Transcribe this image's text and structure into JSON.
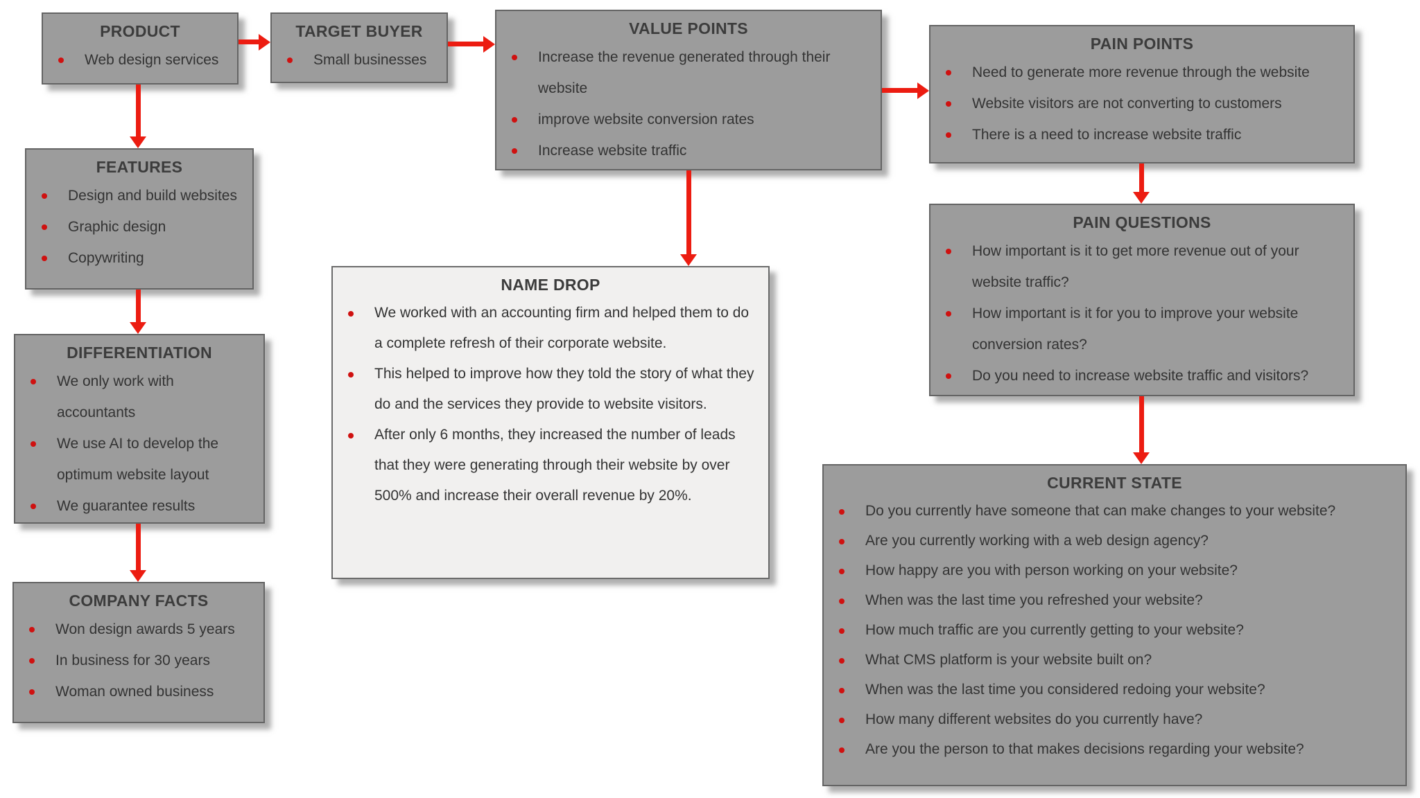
{
  "diagram": {
    "colors": {
      "background": "#ffffff",
      "box_fill": "#9c9c9c",
      "box_border": "#646464",
      "name_drop_fill": "#f1f0ef",
      "title_text": "#3c3c3c",
      "body_text": "#333333",
      "bullet": "#cf1110",
      "arrow": "#ec1c11"
    },
    "boxes": {
      "product": {
        "title": "PRODUCT",
        "items": [
          "Web design services"
        ]
      },
      "target_buyer": {
        "title": "TARGET BUYER",
        "items": [
          "Small businesses"
        ]
      },
      "value_points": {
        "title": "VALUE POINTS",
        "items": [
          "Increase the revenue generated through their website",
          "improve website conversion rates",
          "Increase website traffic"
        ]
      },
      "pain_points": {
        "title": "PAIN POINTS",
        "items": [
          "Need to generate more revenue through the website",
          "Website visitors are not converting to customers",
          "There is a need to increase website traffic"
        ]
      },
      "features": {
        "title": "FEATURES",
        "items": [
          "Design and build websites",
          "Graphic design",
          "Copywriting"
        ]
      },
      "differentiation": {
        "title": "DIFFERENTIATION",
        "items": [
          "We only work with accountants",
          "We use AI to develop the optimum website layout",
          "We guarantee results"
        ]
      },
      "company_facts": {
        "title": "COMPANY FACTS",
        "items": [
          "Won design awards 5 years",
          "In business for 30 years",
          "Woman owned business"
        ]
      },
      "name_drop": {
        "title": "NAME DROP",
        "items": [
          "We worked with an accounting firm and helped them to do a complete refresh of their corporate website.",
          "This helped to improve how they told the story of what they do and the services they provide to website visitors.",
          "After only 6 months, they increased the number of leads that they were generating through their website by over 500% and increase their overall revenue by 20%."
        ]
      },
      "pain_questions": {
        "title": "PAIN QUESTIONS",
        "items": [
          "How important is it to get more revenue out of your website traffic?",
          "How important is it for you to improve your website conversion rates?",
          "Do you need to increase website traffic and visitors?"
        ]
      },
      "current_state": {
        "title": "CURRENT STATE",
        "items": [
          "Do you currently have someone that can make changes to your website?",
          "Are you currently working with a web design agency?",
          "How happy are you with person working on your website?",
          "When was the last time you refreshed your website?",
          "How much traffic are you currently getting to your website?",
          "What CMS platform is your website built on?",
          "When was the last time you considered redoing your website?",
          "How many different websites do you currently have?",
          "Are you the person to that makes decisions regarding your website?"
        ]
      }
    },
    "connections": [
      {
        "from": "PRODUCT",
        "to": "TARGET BUYER"
      },
      {
        "from": "TARGET BUYER",
        "to": "VALUE POINTS"
      },
      {
        "from": "VALUE POINTS",
        "to": "PAIN POINTS"
      },
      {
        "from": "PRODUCT",
        "to": "FEATURES"
      },
      {
        "from": "FEATURES",
        "to": "DIFFERENTIATION"
      },
      {
        "from": "DIFFERENTIATION",
        "to": "COMPANY FACTS"
      },
      {
        "from": "VALUE POINTS",
        "to": "NAME DROP"
      },
      {
        "from": "PAIN POINTS",
        "to": "PAIN QUESTIONS"
      },
      {
        "from": "PAIN QUESTIONS",
        "to": "CURRENT STATE"
      }
    ]
  }
}
